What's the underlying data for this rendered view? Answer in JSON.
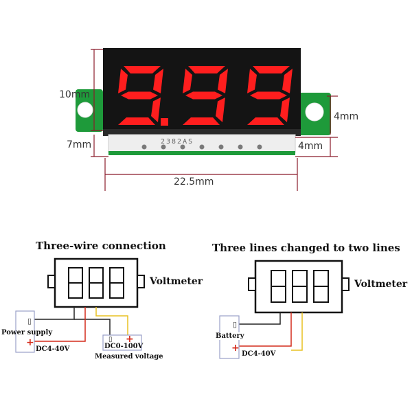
{
  "photo": {
    "display_digits": "9.99",
    "pcb_marking": "2382AS",
    "dimensions": {
      "height_display": "10mm",
      "height_pins": "7mm",
      "width_total": "22.5mm",
      "mount_hole": "4mm",
      "ear_width": "4mm"
    },
    "colors": {
      "segment_red": "#ff1e1e",
      "display_black": "#141414",
      "pcb_green": "#1e9a3a",
      "dim_line": "#8a1a2a"
    }
  },
  "left_diagram": {
    "title": "Three-wire connection",
    "voltmeter_label": "Voltmeter",
    "source_label": "Power supply",
    "source_range": "DC4-40V",
    "measured_range": "DC0-100V",
    "measured_label": "Measured voltage"
  },
  "right_diagram": {
    "title": "Three lines changed to two lines",
    "voltmeter_label": "Voltmeter",
    "source_label": "Battery",
    "source_range": "DC4-40V"
  },
  "wire_colors": {
    "black": "#222222",
    "red": "#d42a1a",
    "yellow": "#e8c020"
  },
  "symbols": {
    "negative": "▯",
    "positive": "+"
  }
}
